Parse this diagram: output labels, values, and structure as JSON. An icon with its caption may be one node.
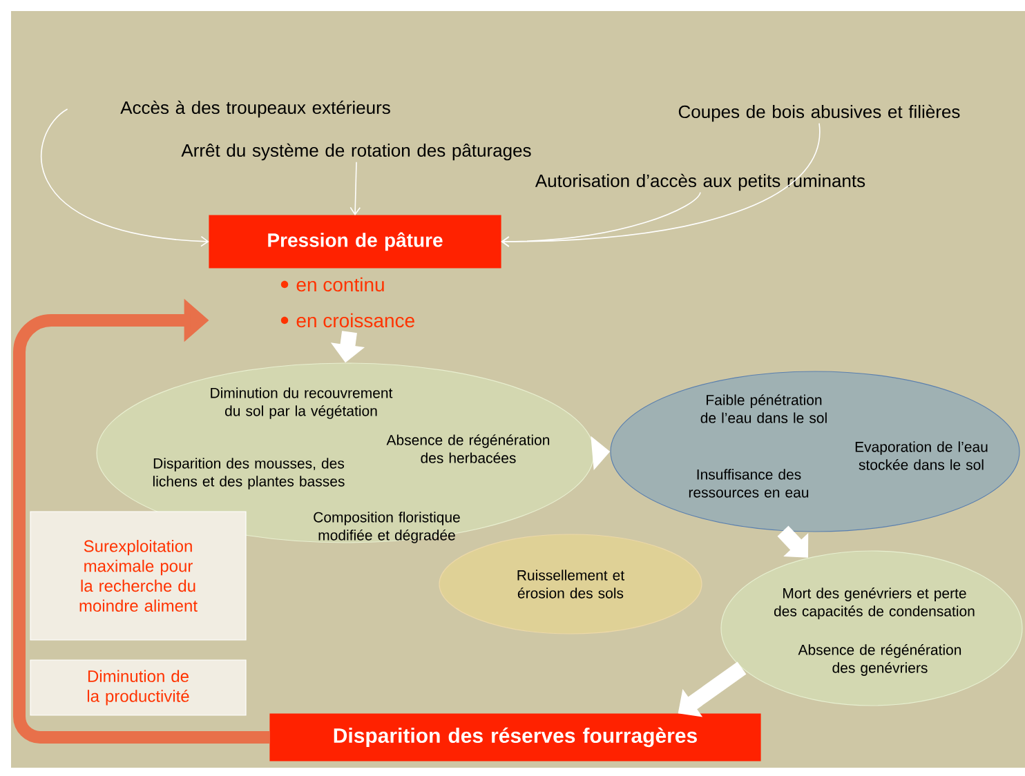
{
  "diagram": {
    "nodes": [
      {
        "text": [
          "Accès à des troupeaux extérieurs"
        ]
      },
      {
        "text": [
          "Arrêt du système de rotation des pâturages"
        ]
      },
      {
        "text": [
          "Coupes de bois abusives et filières"
        ]
      },
      {
        "text": [
          "Autorisation d’accès aux petits ruminants"
        ]
      },
      {
        "text": [
          "Pression de pâture",
          "en continu",
          "en croissance"
        ]
      },
      {
        "text": [
          "Diminution du recouvrement du sol par la végétation",
          "Absence de régénération des herbacées",
          "Disparition des mousses, des lichens et des plantes basses",
          "Composition floristique modifiée et dégradée"
        ]
      },
      {
        "text": [
          "Faible pénétration de l’eau dans le sol",
          "Evaporation de l’eau stockée dans le sol",
          "Insuffisance des ressources en eau"
        ]
      },
      {
        "text": [
          "Ruissellement et érosion des sols"
        ]
      },
      {
        "text": [
          "Mort des genévriers et perte des capacités de condensation",
          "Absence de régénération des genévriers"
        ]
      },
      {
        "text": [
          "Surexploitation maximale pour la recherche du moindre aliment"
        ]
      },
      {
        "text": [
          "Diminution de la productivité"
        ]
      },
      {
        "text": [
          "Disparition des réserves fourragères"
        ]
      }
    ],
    "edges": [
      {
        "from": 0,
        "to": 4,
        "arrow": "to"
      },
      {
        "from": 1,
        "to": 4,
        "arrow": "to"
      },
      {
        "from": 2,
        "to": 4,
        "arrow": "to"
      },
      {
        "from": 3,
        "to": 4,
        "arrow": "to"
      },
      {
        "from": 4,
        "to": 5,
        "arrow": "to",
        "style": "thick"
      },
      {
        "from": 5,
        "to": 6,
        "arrow": "to",
        "style": "thick"
      },
      {
        "from": 6,
        "to": 8,
        "arrow": "to",
        "style": "thick"
      },
      {
        "from": 8,
        "to": 11,
        "arrow": "to",
        "style": "thick"
      },
      {
        "from": 11,
        "to": 4,
        "arrow": "to",
        "style": "thick",
        "color": "#e8704a"
      }
    ]
  }
}
